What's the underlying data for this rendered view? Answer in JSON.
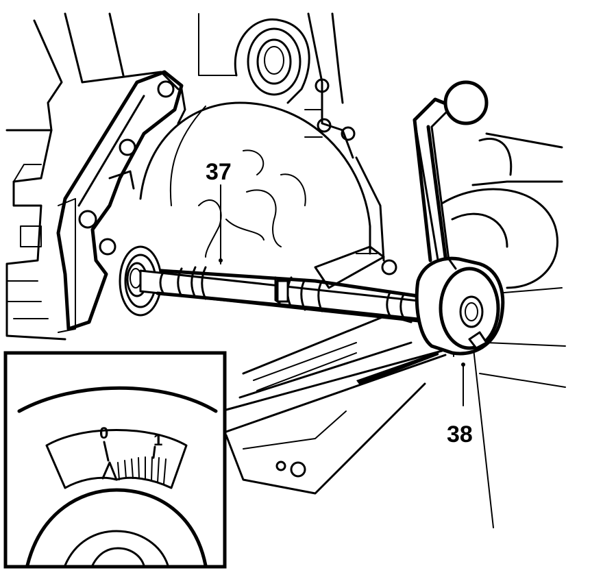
{
  "callouts": {
    "shaft_tool": "37",
    "gauge_tool": "38"
  },
  "inset": {
    "scale_labels": [
      "0",
      "1"
    ]
  }
}
